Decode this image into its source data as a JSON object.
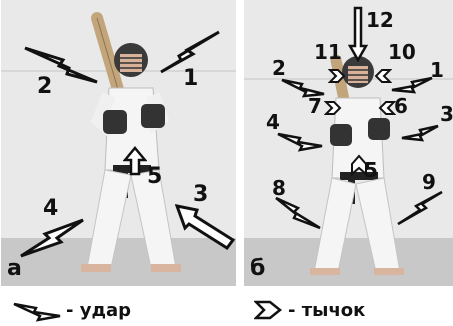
{
  "panel_a": {
    "letter": "а",
    "labels": [
      "1",
      "2",
      "3",
      "4",
      "5"
    ]
  },
  "panel_b": {
    "letter": "б",
    "labels": [
      "1",
      "2",
      "3",
      "4",
      "5",
      "6",
      "7",
      "8",
      "9",
      "10",
      "11",
      "12"
    ]
  },
  "legend": {
    "strike_label": "- удар",
    "poke_label": "- тычок"
  },
  "colors": {
    "arrow_fill": "#ffffff",
    "arrow_stroke": "#111111",
    "background": "#e9e9e9"
  },
  "icons": {
    "strike": "zigzag-arrow-icon",
    "poke": "short-open-arrow-icon"
  }
}
